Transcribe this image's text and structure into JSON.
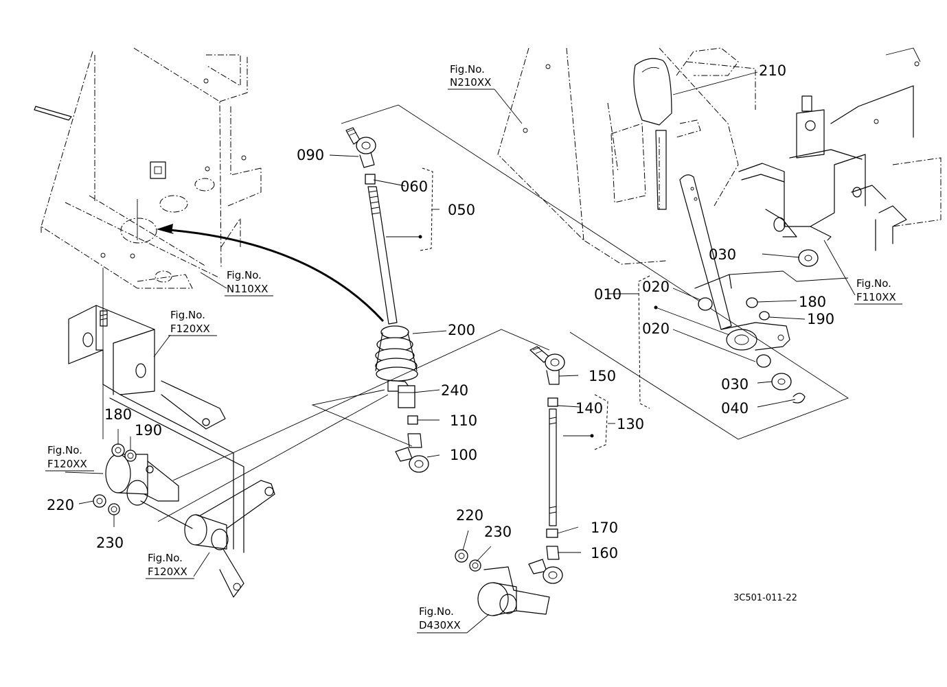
{
  "labels": {
    "p010": "010",
    "p020a": "020",
    "p020b": "020",
    "p030a": "030",
    "p030b": "030",
    "p040": "040",
    "p050": "050",
    "p060": "060",
    "p090": "090",
    "p100": "100",
    "p110": "110",
    "p130": "130",
    "p140": "140",
    "p150": "150",
    "p160": "160",
    "p170": "170",
    "p180a": "180",
    "p180b": "180",
    "p190a": "190",
    "p190b": "190",
    "p200": "200",
    "p210": "210",
    "p220a": "220",
    "p220b": "220",
    "p230a": "230",
    "p230b": "230",
    "p240": "240"
  },
  "fig_refs": {
    "fig_label": "Fig.No.",
    "n210": "N210XX",
    "n110": "N110XX",
    "f120a": "F120XX",
    "f120b": "F120XX",
    "f120c": "F120XX",
    "f110": "F110XX",
    "d430": "D430XX"
  },
  "drawing_code": "3C501-011-22"
}
